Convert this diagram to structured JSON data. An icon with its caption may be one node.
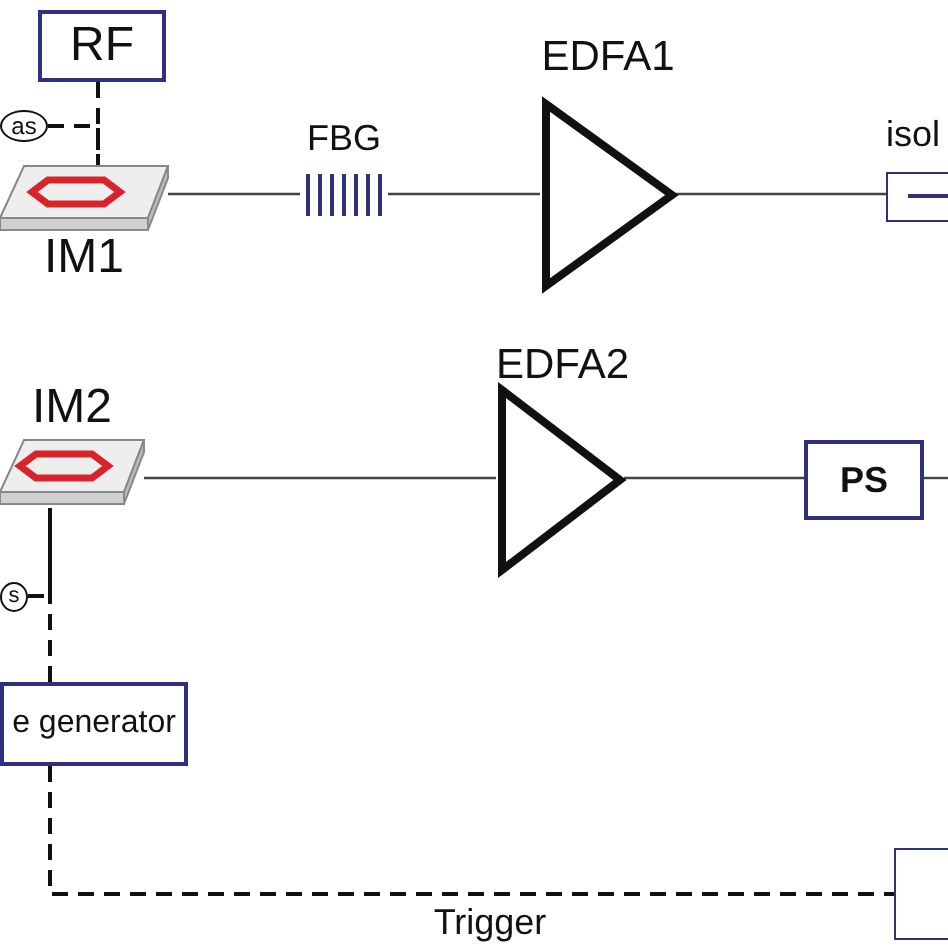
{
  "diagram": {
    "nodes": [
      {
        "text": [
          "RF"
        ]
      },
      {
        "text": [
          "as"
        ]
      },
      {
        "text": [
          "IM1"
        ]
      },
      {
        "text": [
          "FBG"
        ]
      },
      {
        "text": [
          "EDFA1"
        ]
      },
      {
        "text": [
          "isol"
        ]
      },
      {
        "text": [
          "IM2"
        ]
      },
      {
        "text": [
          "EDFA2"
        ]
      },
      {
        "text": [
          "PS"
        ]
      },
      {
        "text": [
          "s"
        ]
      },
      {
        "text": [
          "e generator"
        ]
      },
      {
        "text": [],
        "shape": "box"
      }
    ],
    "edges": [
      {
        "from": 0,
        "to": 2,
        "arrow": "none",
        "style": "dashed"
      },
      {
        "from": 1,
        "to": 2,
        "arrow": "none",
        "style": "dashed"
      },
      {
        "from": 2,
        "to": 3,
        "arrow": "none"
      },
      {
        "from": 3,
        "to": 4,
        "arrow": "none"
      },
      {
        "from": 4,
        "to": 5,
        "arrow": "none"
      },
      {
        "from": 6,
        "to": 7,
        "arrow": "none"
      },
      {
        "from": 7,
        "to": 8,
        "arrow": "none"
      },
      {
        "from": 8,
        "to": null,
        "arrow": "none"
      },
      {
        "from": 9,
        "to": 6,
        "arrow": "none",
        "style": "dashed"
      },
      {
        "from": 10,
        "to": 6,
        "arrow": "none",
        "style": "dashed"
      },
      {
        "from": 10,
        "to": 11,
        "arrow": "none",
        "style": "dashed",
        "label": "Trigger"
      }
    ]
  }
}
